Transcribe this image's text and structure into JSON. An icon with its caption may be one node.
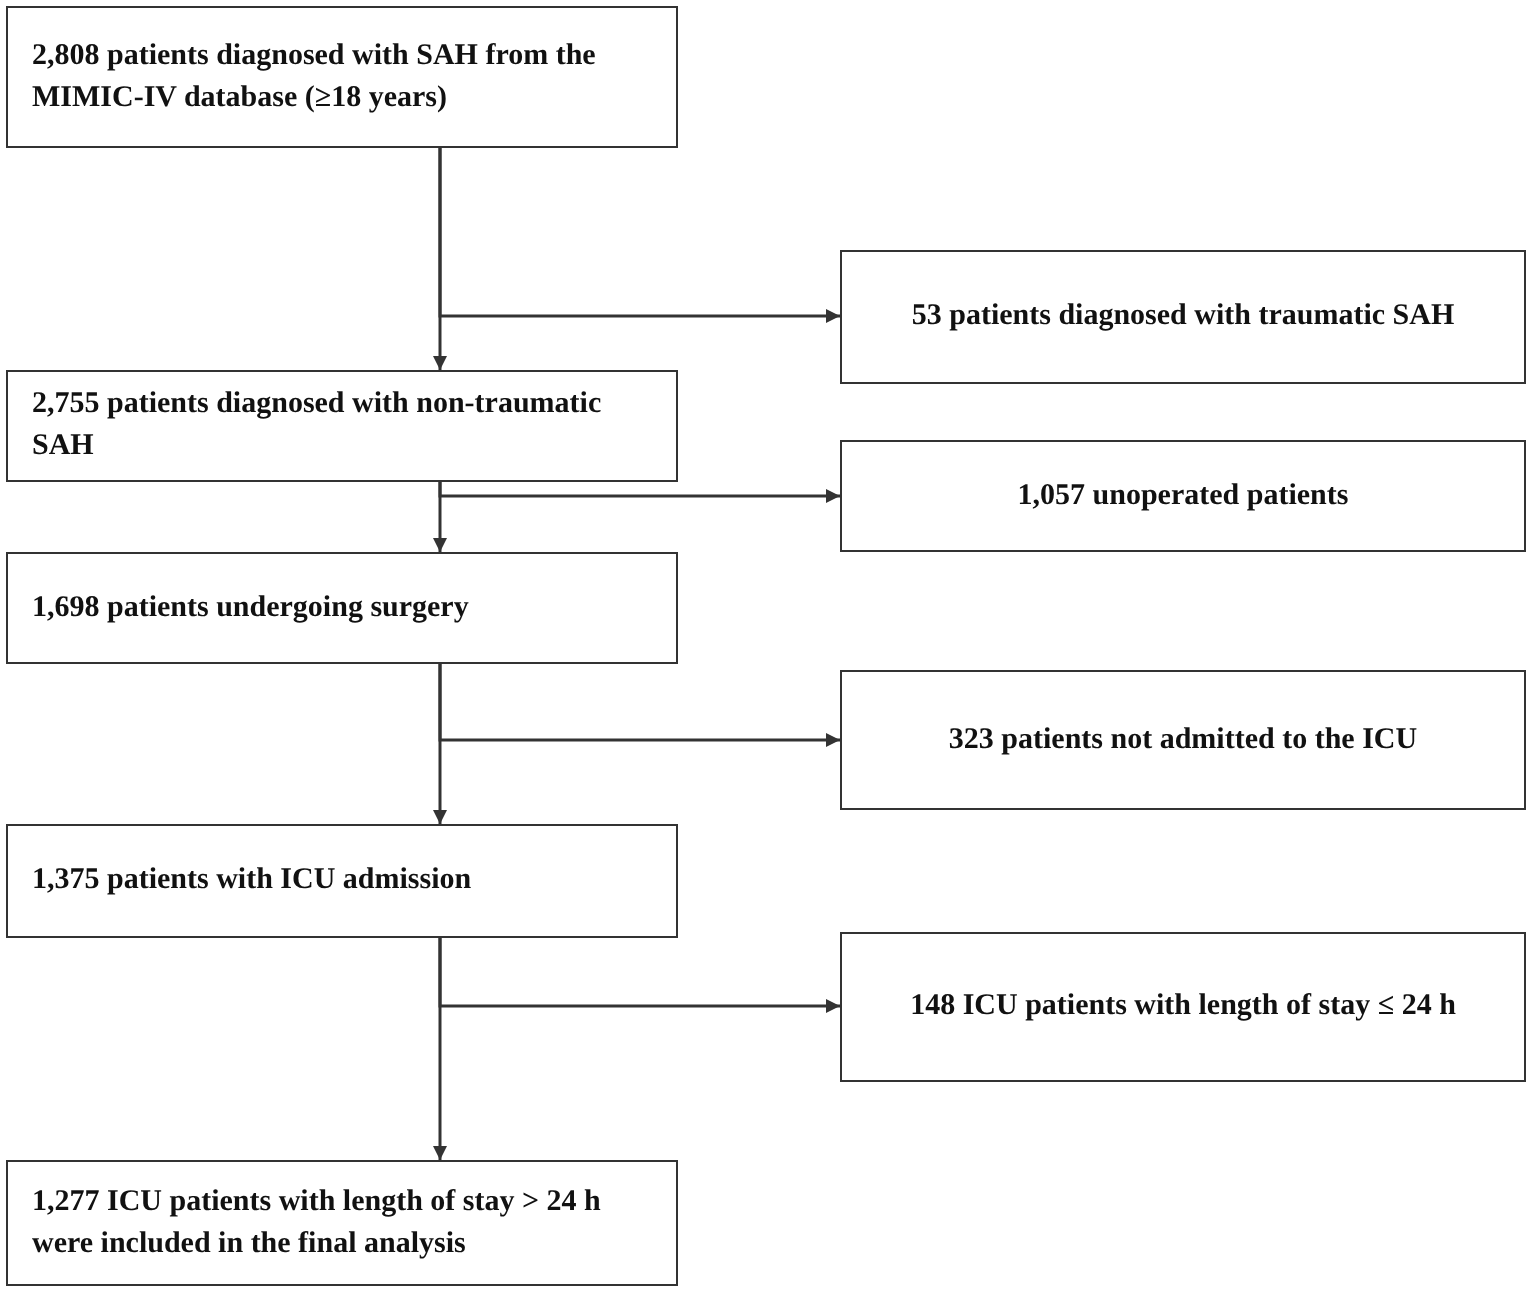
{
  "diagram": {
    "nodes": [
      {
        "text": [
          "2,808 patients diagnosed with SAH from the MIMIC-IV database (≥18 years)"
        ]
      },
      {
        "text": [
          "53 patients diagnosed with traumatic SAH"
        ]
      },
      {
        "text": [
          "2,755 patients diagnosed with non-traumatic SAH"
        ]
      },
      {
        "text": [
          "1,057 unoperated patients"
        ]
      },
      {
        "text": [
          "1,698 patients undergoing surgery"
        ]
      },
      {
        "text": [
          "323 patients not admitted to the ICU"
        ]
      },
      {
        "text": [
          "1,375 patients with ICU admission"
        ]
      },
      {
        "text": [
          "148 ICU patients with length of stay ≤ 24 h"
        ]
      },
      {
        "text": [
          "1,277 ICU patients with length of stay > 24 h were included in the final analysis"
        ]
      }
    ],
    "edges": [
      {
        "from": 0,
        "to": 2,
        "arrow": "to"
      },
      {
        "from": 0,
        "to": 1,
        "arrow": "to"
      },
      {
        "from": 2,
        "to": 4,
        "arrow": "to"
      },
      {
        "from": 2,
        "to": 3,
        "arrow": "to"
      },
      {
        "from": 4,
        "to": 6,
        "arrow": "to"
      },
      {
        "from": 4,
        "to": 5,
        "arrow": "to"
      },
      {
        "from": 6,
        "to": 8,
        "arrow": "to"
      },
      {
        "from": 6,
        "to": 7,
        "arrow": "to"
      }
    ]
  }
}
